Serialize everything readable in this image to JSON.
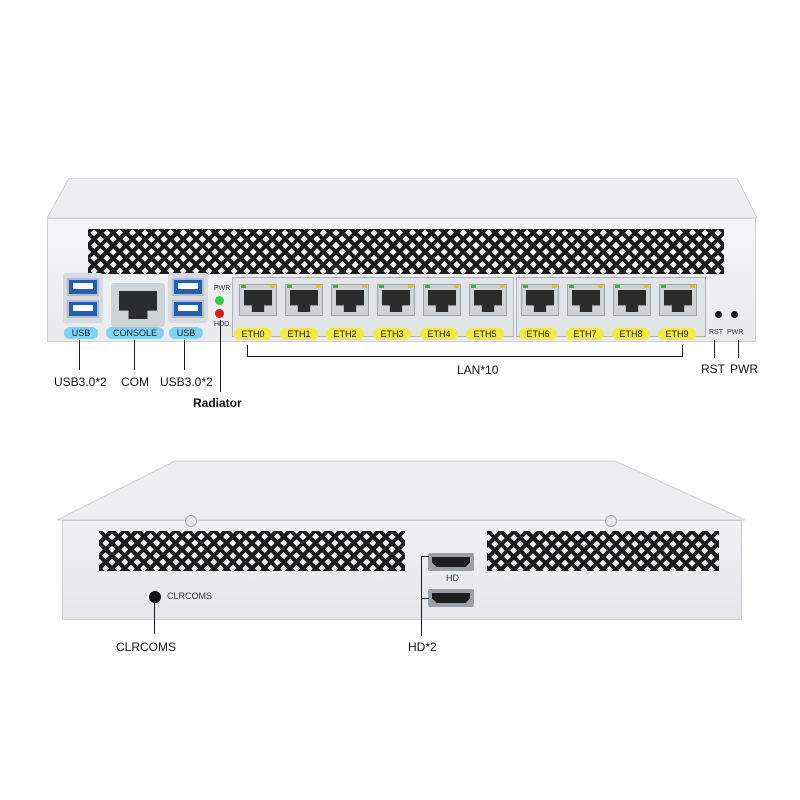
{
  "front": {
    "led_labels": {
      "pwr": "PWR",
      "hdd": "HDD"
    },
    "led_colors": {
      "pwr": "#2ecc40",
      "hdd": "#e01a1a"
    },
    "port_pills": {
      "usb_left": "USB",
      "console": "CONSOLE",
      "usb_right": "USB"
    },
    "ethernet_ports": [
      "ETH0",
      "ETH1",
      "ETH2",
      "ETH3",
      "ETH4",
      "ETH5",
      "ETH6",
      "ETH7",
      "ETH8",
      "ETH9"
    ],
    "button_labels": {
      "rst": "RST",
      "pwr": "PWR"
    },
    "callouts": {
      "usb_left": "USB3.0*2",
      "com": "COM",
      "usb_right": "USB3.0*2",
      "radiator": "Radiator",
      "lan": "LAN*10",
      "rst": "RST",
      "pwr": "PWR"
    }
  },
  "rear": {
    "clrcoms_label": "CLRCOMS",
    "hd_label": "HD",
    "callouts": {
      "clrcoms": "CLRCOMS",
      "hd": "HD*2"
    }
  },
  "colors": {
    "usb_port": "#1f5fb8",
    "pill_blue": "#7ed3f5",
    "pill_yellow": "#f2ea43",
    "chassis": "#eceef0"
  }
}
